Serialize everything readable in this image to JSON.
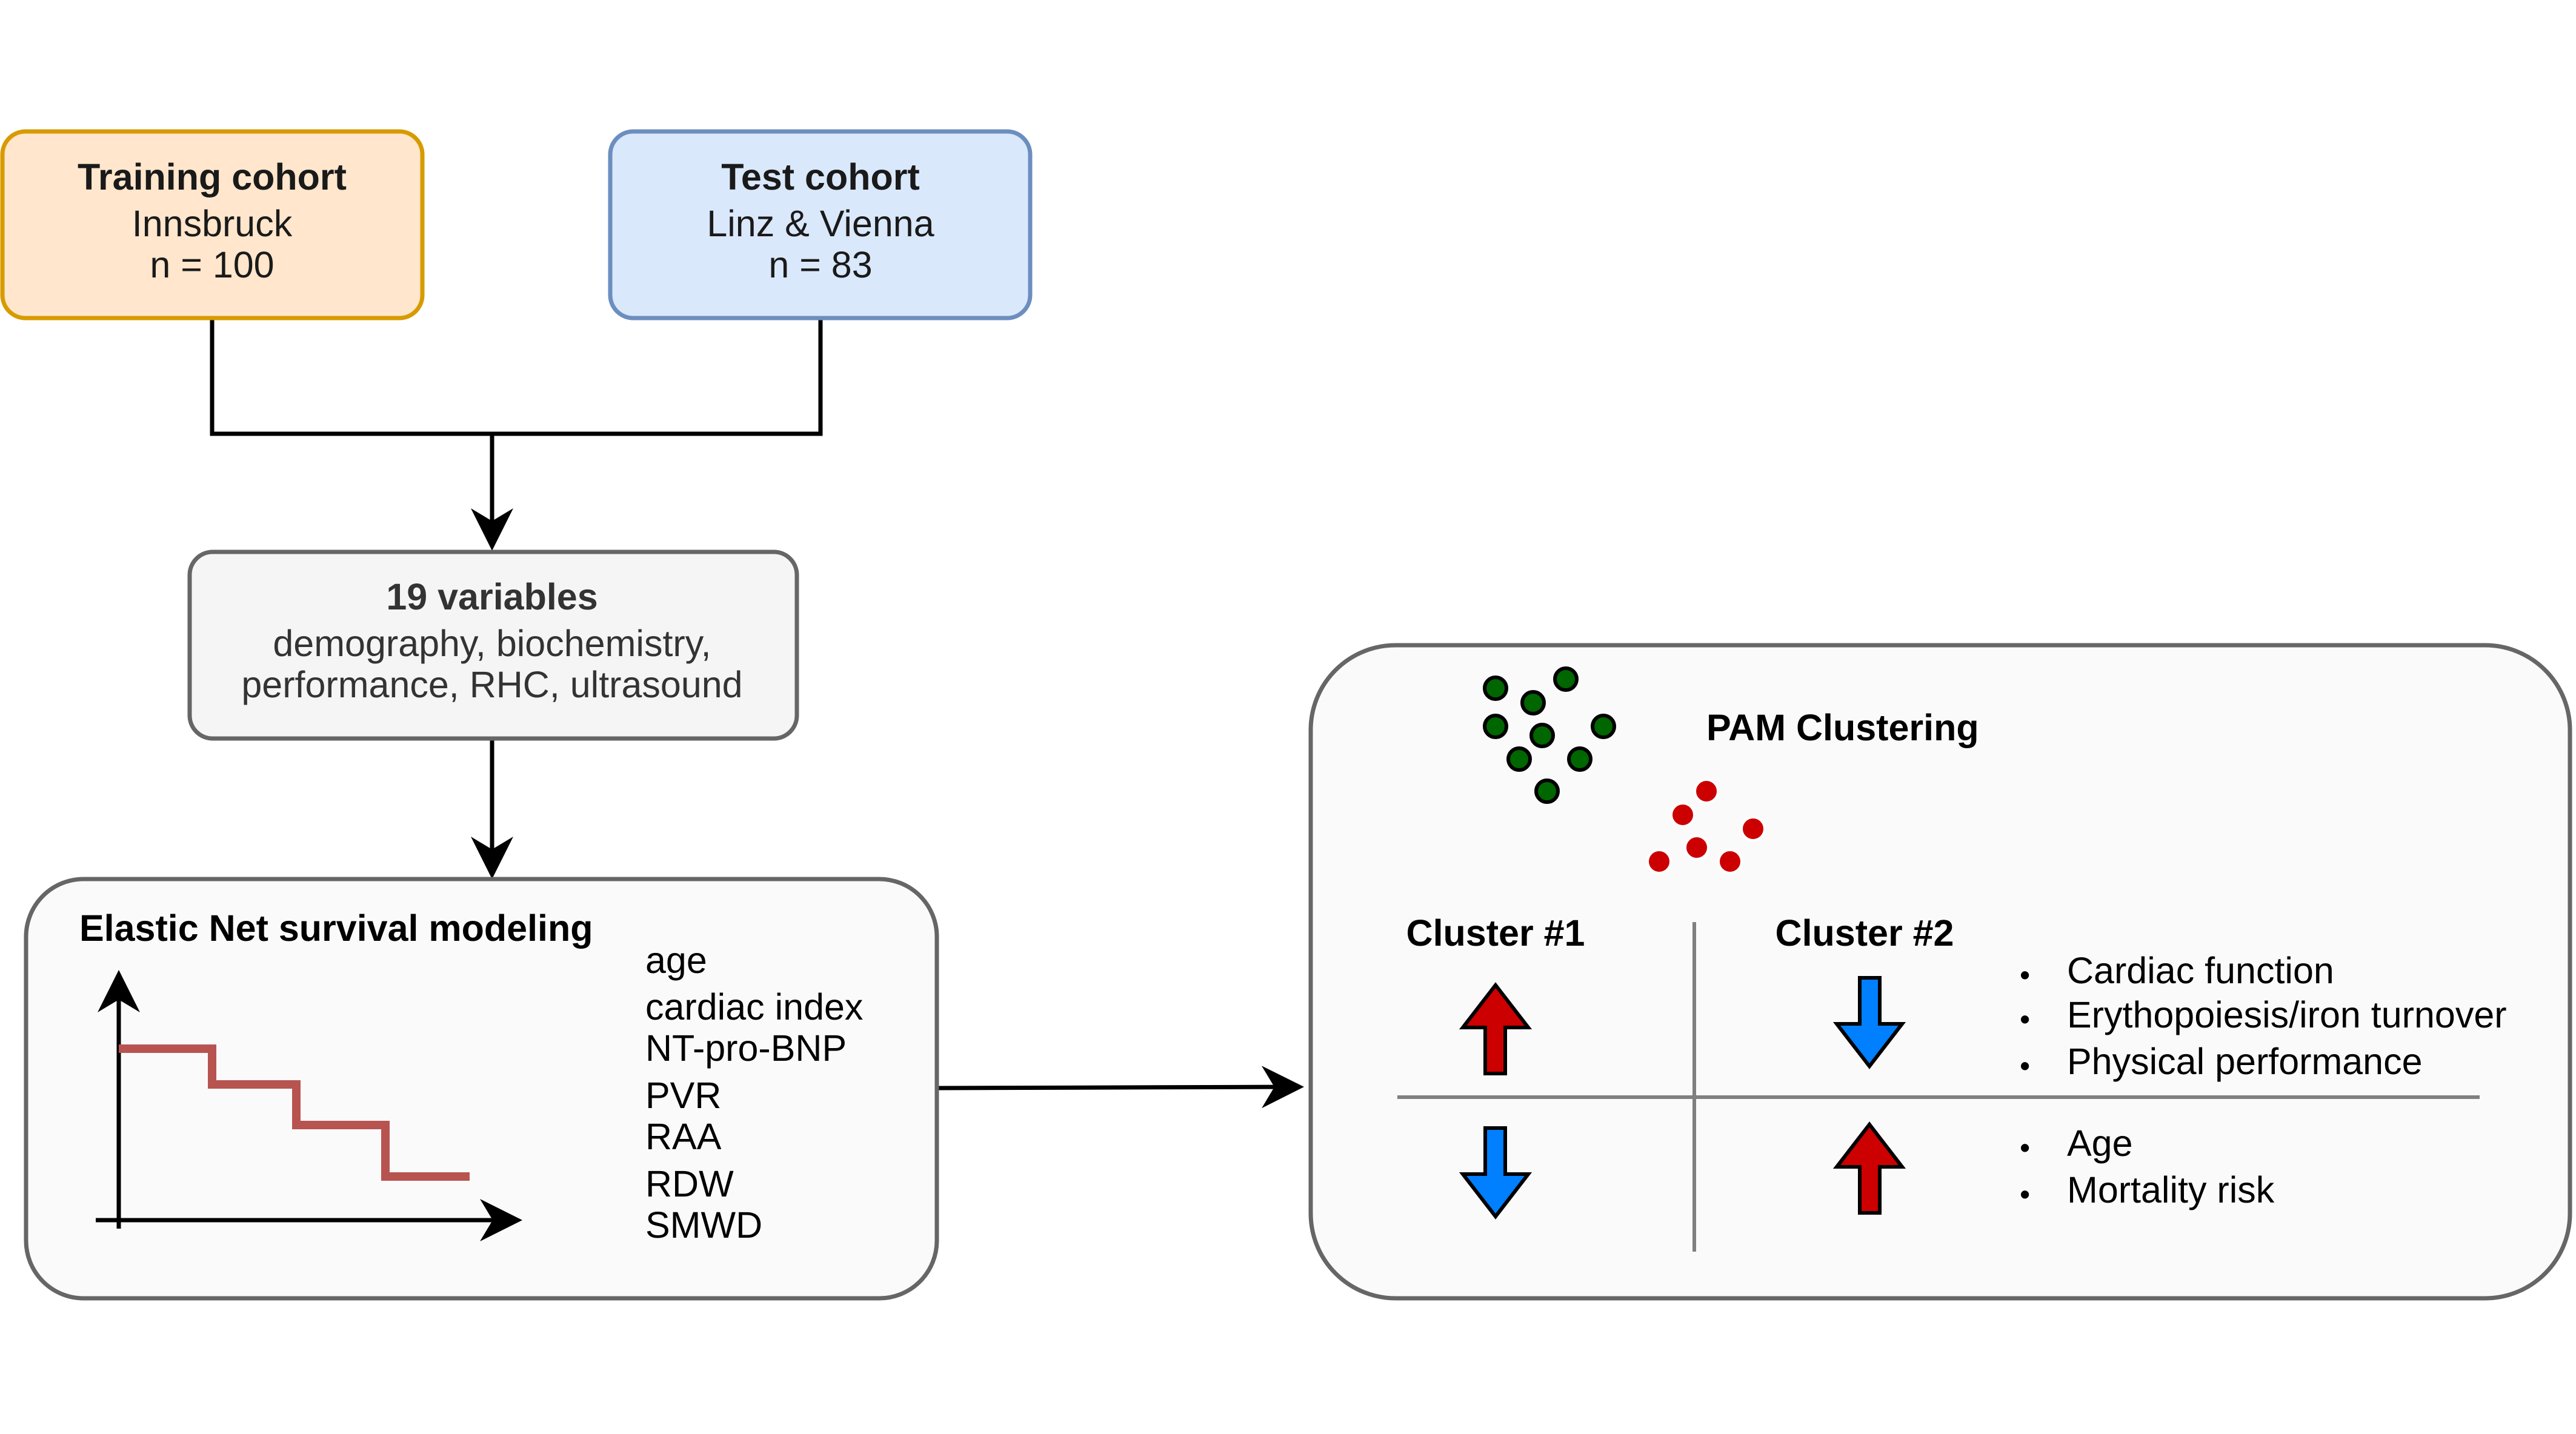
{
  "training": {
    "title": "Training cohort",
    "line1": "Innsbruck",
    "line2": "n = 100"
  },
  "test": {
    "title": "Test cohort",
    "line1": "Linz & Vienna",
    "line2": "n = 83"
  },
  "variables": {
    "title": "19 variables",
    "line1": "demography, biochemistry,",
    "line2": "performance, RHC, ultrasound"
  },
  "elastic": {
    "title": "Elastic Net survival modeling",
    "items": [
      "age",
      "cardiac index",
      "NT-pro-BNP",
      "PVR",
      "RAA",
      "RDW",
      "SMWD"
    ]
  },
  "pam": {
    "title": "PAM Clustering",
    "cluster1": "Cluster #1",
    "cluster2": "Cluster #2",
    "group1_items": [
      "Cardiac function",
      "Erythopoiesis/iron turnover",
      "Physical performance"
    ],
    "group2_items": [
      "Age",
      "Mortality risk"
    ],
    "bullet": "•"
  },
  "colors": {
    "training_fill": "#ffe6cc",
    "training_stroke": "#d79b00",
    "test_fill": "#dae8fc",
    "test_stroke": "#6c8ebf",
    "box_fill": "#f5f5f5",
    "box_stroke": "#666666",
    "panel_fill": "#fafafa",
    "curve": "#b85450",
    "arrow_up": "#cc0000",
    "arrow_down": "#007fff",
    "dot_green": "#006600",
    "dot_red": "#cc0000"
  }
}
